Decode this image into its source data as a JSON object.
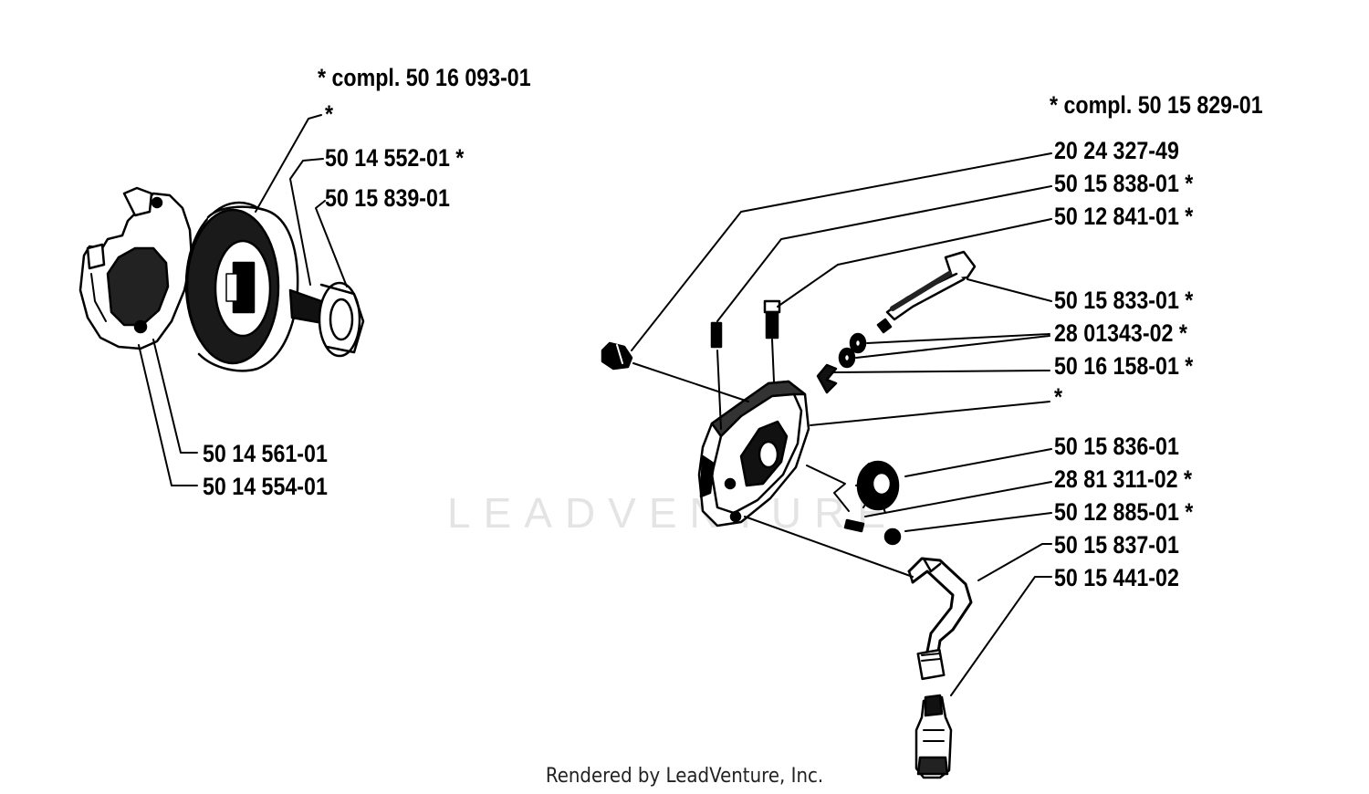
{
  "left_assembly": {
    "compl": "*  compl. 50 16 093-01",
    "star": "*",
    "parts": {
      "p1": "50 14 552-01  *",
      "p2": "50 15 839-01",
      "p3": "50 14 561-01",
      "p4": "50 14 554-01"
    }
  },
  "right_assembly": {
    "compl": "*  compl. 50 15 829-01",
    "star": "*",
    "parts": {
      "p1": "20 24 327-49",
      "p2": "50 15 838-01  *",
      "p3": "50 12 841-01  *",
      "p4": "50 15 833-01  *",
      "p5": "28 01343-02  *",
      "p6": "50 16 158-01  *",
      "p7": "50 15 836-01",
      "p8": "28 81 311-02  *",
      "p9": "50 12 885-01  *",
      "p10": "50 15 837-01",
      "p11": "50 15 441-02"
    }
  },
  "watermark": "LEADVENTURE",
  "footer": "Rendered by LeadVenture, Inc.",
  "colors": {
    "ink": "#000000",
    "watermark": "#e4e4e4",
    "footer": "#222222"
  }
}
